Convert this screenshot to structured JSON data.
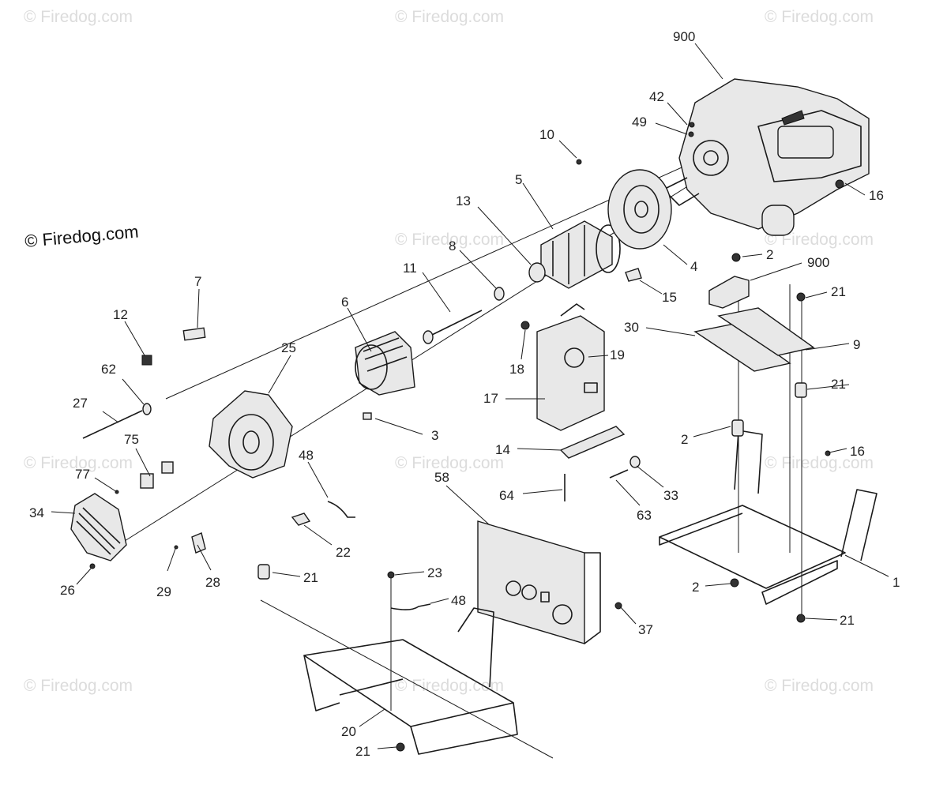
{
  "copyright": "© Firedog.com",
  "watermark": "© Firedog.com",
  "callouts": [
    {
      "num": "900"
    },
    {
      "num": "42"
    },
    {
      "num": "49"
    },
    {
      "num": "10"
    },
    {
      "num": "16"
    },
    {
      "num": "5"
    },
    {
      "num": "13"
    },
    {
      "num": "2"
    },
    {
      "num": "900"
    },
    {
      "num": "8"
    },
    {
      "num": "4"
    },
    {
      "num": "15"
    },
    {
      "num": "11"
    },
    {
      "num": "21"
    },
    {
      "num": "7"
    },
    {
      "num": "6"
    },
    {
      "num": "30"
    },
    {
      "num": "9"
    },
    {
      "num": "12"
    },
    {
      "num": "18"
    },
    {
      "num": "19"
    },
    {
      "num": "25"
    },
    {
      "num": "21"
    },
    {
      "num": "62"
    },
    {
      "num": "17"
    },
    {
      "num": "27"
    },
    {
      "num": "3"
    },
    {
      "num": "2"
    },
    {
      "num": "14"
    },
    {
      "num": "75"
    },
    {
      "num": "16"
    },
    {
      "num": "77"
    },
    {
      "num": "48"
    },
    {
      "num": "33"
    },
    {
      "num": "58"
    },
    {
      "num": "34"
    },
    {
      "num": "64"
    },
    {
      "num": "63"
    },
    {
      "num": "22"
    },
    {
      "num": "1"
    },
    {
      "num": "29"
    },
    {
      "num": "28"
    },
    {
      "num": "2"
    },
    {
      "num": "26"
    },
    {
      "num": "21"
    },
    {
      "num": "23"
    },
    {
      "num": "48"
    },
    {
      "num": "21"
    },
    {
      "num": "37"
    },
    {
      "num": "20"
    },
    {
      "num": "21"
    }
  ]
}
